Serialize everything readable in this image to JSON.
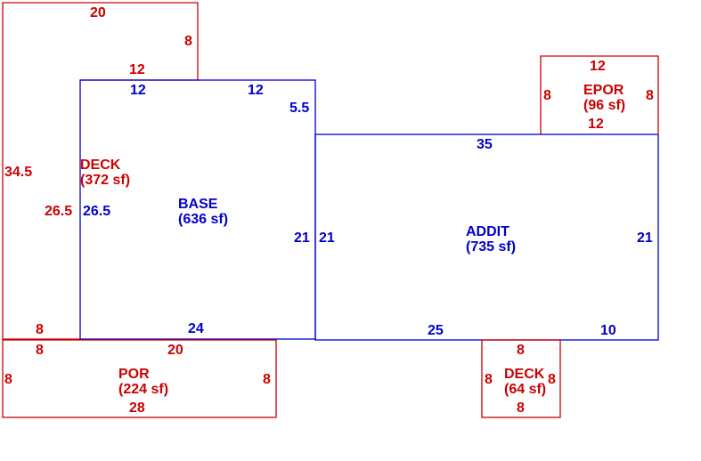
{
  "colors": {
    "red": "#cc0000",
    "blue": "#0000cc"
  },
  "areas": {
    "deck_main": {
      "name": "DECK",
      "area": "(372 sf)"
    },
    "base": {
      "name": "BASE",
      "area": "(636 sf)"
    },
    "addit": {
      "name": "ADDIT",
      "area": "(735 sf)"
    },
    "epor": {
      "name": "EPOR",
      "area": "(96 sf)"
    },
    "por": {
      "name": "POR",
      "area": "(224 sf)"
    },
    "deck_small": {
      "name": "DECK",
      "area": "(64 sf)"
    }
  },
  "dims": {
    "deck_top": "20",
    "deck_right_upper": "8",
    "deck_inner_top": "12",
    "deck_left": "34.5",
    "deck_inner_right": "26.5",
    "deck_bottom": "8",
    "base_top_left": "12",
    "base_top_right": "12",
    "base_right_upper": "5.5",
    "base_left": "26.5",
    "base_right": "21",
    "base_bottom": "24",
    "addit_top": "35",
    "addit_left": "21",
    "addit_right": "21",
    "addit_bottom_left": "25",
    "addit_bottom_right": "10",
    "epor_top": "12",
    "epor_left": "8",
    "epor_right": "8",
    "epor_bottom": "12",
    "por_top_left": "8",
    "por_top": "20",
    "por_left": "8",
    "por_right": "8",
    "por_bottom": "28",
    "deck_small_top": "8",
    "deck_small_left": "8",
    "deck_small_right": "8",
    "deck_small_bottom": "8"
  }
}
